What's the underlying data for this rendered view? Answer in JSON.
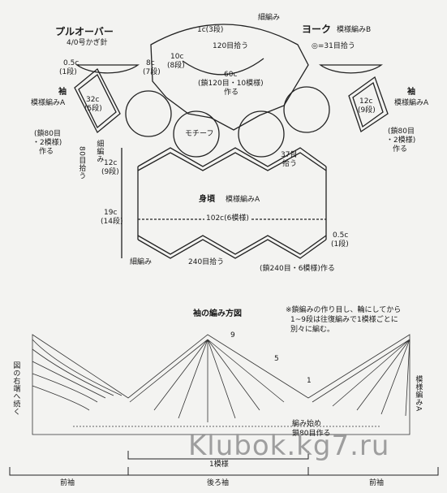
{
  "pullover": {
    "title": "プルオーバー",
    "hook": "4/0号かぎ針"
  },
  "yoke": {
    "edge_label": "細編み",
    "title": "ヨーク",
    "pattern": "模様編みB",
    "top_rows": "1c(3段)",
    "pickup": "120目拾う",
    "right_pick": "◎=31目拾う",
    "left1": "8c",
    "left1b": "(7段)",
    "left2": "10c",
    "left2b": "(8段)",
    "center1": "60c",
    "center2": "(鎖120目・10模様)",
    "center3": "作る"
  },
  "sleeve_left": {
    "top1": "0.5c",
    "top2": "(1段)",
    "title": "袖",
    "pattern": "模様編みA",
    "dim1": "32c",
    "dim2": "(5段)",
    "chain1": "(鎖80目",
    "chain2": "・2模様)",
    "chain3": "作る",
    "pick": "80目拾う",
    "edge": "細編み"
  },
  "sleeve_right": {
    "title": "袖",
    "pattern": "模様編みA",
    "dim1": "12c",
    "dim2": "(9段)",
    "chain1": "(鎖80目",
    "chain2": "・2模様)",
    "chain3": "作る"
  },
  "motif": "モチーフ",
  "body": {
    "title": "身頃",
    "pattern": "模様編みA",
    "left_top1": "12c",
    "left_top2": "(9段)",
    "left_mid1": "19c",
    "left_mid2": "(14段)",
    "pick37_1": "37目",
    "pick37_2": "拾う",
    "width": "102c(6模様)",
    "right1": "0.5c",
    "right2": "(1段)",
    "edge": "細編み",
    "pick240": "240目拾う",
    "chain": "(鎖240目・6模様)作る"
  },
  "chart": {
    "title": "袖の編み方図",
    "note1": "※鎖編みの作り目し、輪にしてから",
    "note2": "1~9段は往復編みで1模様ごとに",
    "note3": "別々に編む。",
    "row9": "9",
    "row5": "5",
    "row1": "1",
    "left_side": "図の右端へ続く",
    "right_side": "模様編みA",
    "start1": "編み始め",
    "start2": "鎖80目作る",
    "repeat": "1模様",
    "front1": "前袖",
    "back": "後ろ袖",
    "front2": "前袖"
  },
  "watermark": "Klubok.kg7.ru"
}
